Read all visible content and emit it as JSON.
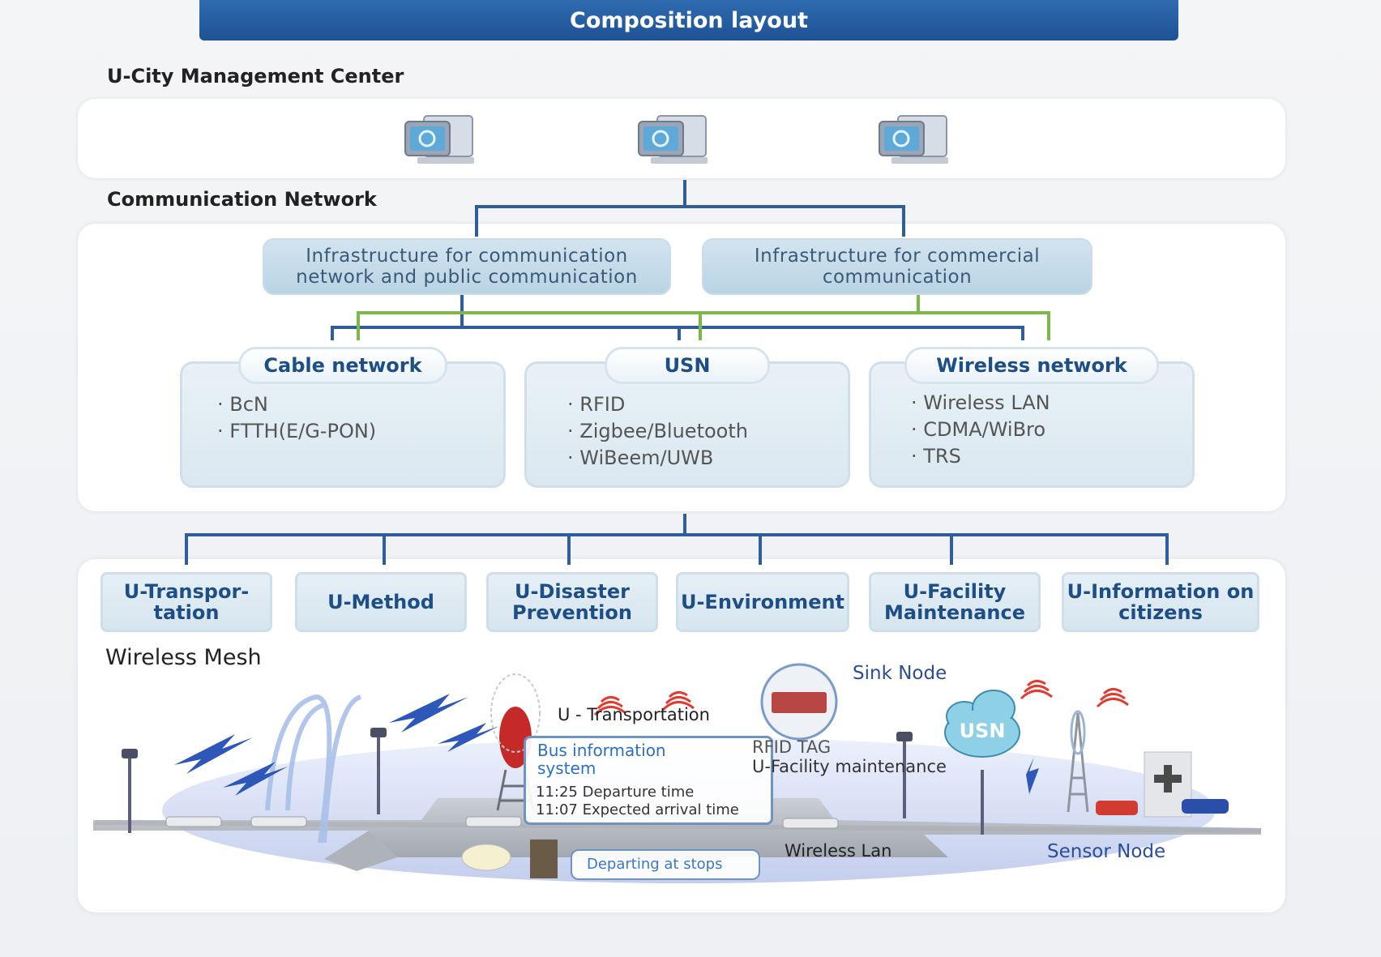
{
  "title": "Composition layout",
  "sections": {
    "management_center": "U-City Management Center",
    "communication_network": "Communication Network",
    "wireless_mesh": "Wireless Mesh"
  },
  "infrastructure": [
    "Infrastructure for communication network and public communication",
    "Infrastructure for commercial communication"
  ],
  "networks": [
    {
      "name": "Cable network",
      "items": [
        "BcN",
        "FTTH(E/G-PON)"
      ]
    },
    {
      "name": "USN",
      "items": [
        "RFID",
        "Zigbee/Bluetooth",
        "WiBeem/UWB"
      ]
    },
    {
      "name": "Wireless network",
      "items": [
        "Wireless LAN",
        "CDMA/WiBro",
        "TRS"
      ]
    }
  ],
  "services": [
    "U-Transpor-tation",
    "U-Method",
    "U-Disaster Prevention",
    "U-Environment",
    "U-Facility Maintenance",
    "U-Information on citizens"
  ],
  "scene": {
    "u_transportation": "U - Transportation",
    "bus_info_title": "Bus information system",
    "departure": "11:25 Departure time",
    "arrival": "11:07 Expected arrival time",
    "rfid_tag": "RFID TAG",
    "u_facility": "U-Facility maintenance",
    "sink_node": "Sink Node",
    "usn_cloud": "USN",
    "wireless_lan": "Wireless Lan",
    "departing": "Departing at stops",
    "sensor_node": "Sensor Node"
  },
  "colors": {
    "title_bar": "#1e5294",
    "tree_line": "#2e5f9c",
    "green_line": "#7cb84a",
    "infra_fill": "#c6dcea",
    "label_blue": "#1d4f86"
  }
}
